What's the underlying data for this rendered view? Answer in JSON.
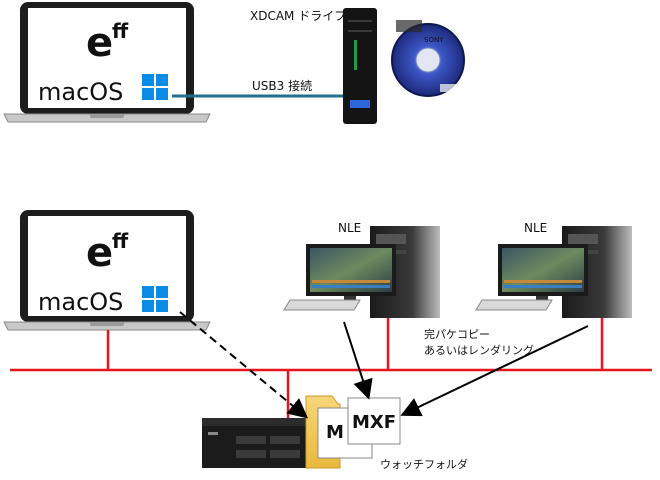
{
  "laptop_top": {
    "logo_mark": "e",
    "logo_super": "ff",
    "os_label": "macOS"
  },
  "laptop_bottom": {
    "logo_mark": "e",
    "logo_super": "ff",
    "os_label": "macOS"
  },
  "drive": {
    "title": "XDCAM ドライブ",
    "disc_brand": "SONY"
  },
  "connection": {
    "label": "USB3 接続"
  },
  "nle_left": {
    "label": "NLE"
  },
  "nle_right": {
    "label": "NLE"
  },
  "render_note": {
    "line1": "完パケコピー",
    "line2": "あるいはレンダリング"
  },
  "watch_folder": {
    "label": "ウォッチフォルダ"
  },
  "mxf_files": {
    "file1": "M",
    "file2": "MXF"
  },
  "colors": {
    "network_line": "#e8141e",
    "usb_cable": "#1f6f8b",
    "eff_red": "#d01f26",
    "windows_blue": "#0a8be5",
    "folder": "#f2c64e",
    "arrow": "#000000"
  }
}
